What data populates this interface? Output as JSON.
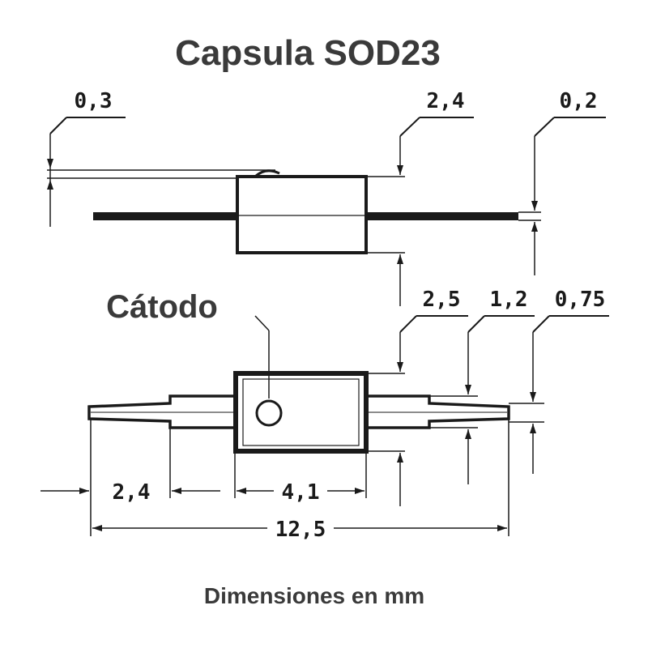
{
  "title": "Capsula SOD23",
  "cathode_label": "Cátodo",
  "footer": "Dimensiones en mm",
  "top_view": {
    "dims": {
      "lead_offset": "0,3",
      "body_diameter": "2,4",
      "lead_diameter": "0,2"
    }
  },
  "bottom_view": {
    "dims": {
      "body_height": "2,5",
      "sleeve_height": "1,2",
      "lead_height": "0,75",
      "lead_length": "2,4",
      "body_length": "4,1",
      "total_length": "12,5"
    }
  },
  "colors": {
    "ink": "#1a1a1a",
    "title": "#3a3a3a"
  }
}
